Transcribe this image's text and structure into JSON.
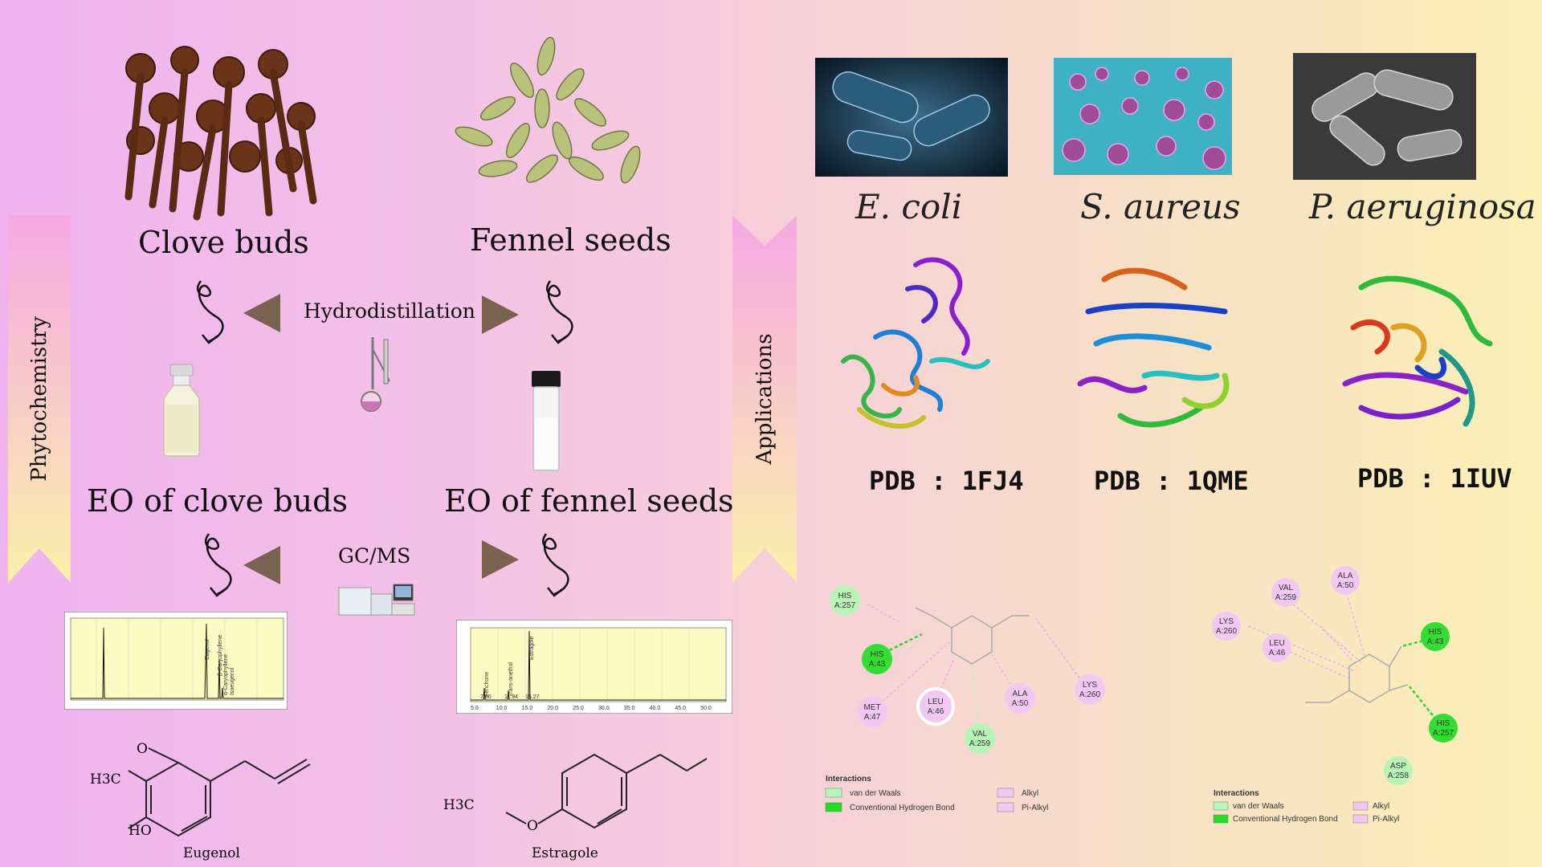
{
  "section_labels": {
    "left": "Phytochemistry",
    "right": "Applications"
  },
  "sources": [
    {
      "name": "Clove buds",
      "oil": "EO of clove buds"
    },
    {
      "name": "Fennel seeds",
      "oil": "EO of fennel seeds"
    }
  ],
  "methods": {
    "extraction": "Hydrodistillation",
    "analysis": "GC/MS"
  },
  "chromatograms": [
    {
      "peaks": [
        "Eugenol",
        "β-Caryophyllene",
        "α-Caryophyllene",
        "Isoeugenol"
      ]
    },
    {
      "peaks": [
        "Fenchone",
        "Trans-anethol",
        "Estragole"
      ],
      "times": [
        "7.80",
        "11.94",
        "15.27"
      ],
      "x_ticks": [
        "5.0",
        "10.0",
        "15.0",
        "20.0",
        "25.0",
        "30.0",
        "35.0",
        "40.0",
        "45.0",
        "50.0"
      ]
    }
  ],
  "compounds": [
    {
      "name": "Eugenol",
      "groups": [
        "H3C",
        "O",
        "HO"
      ]
    },
    {
      "name": "Estragole",
      "groups": [
        "H3C",
        "O"
      ]
    }
  ],
  "bacteria": [
    {
      "name": "E. coli",
      "pdb": "PDB : 1FJ4"
    },
    {
      "name": "S. aureus",
      "pdb": "PDB : 1QME"
    },
    {
      "name": "P. aeruginosa",
      "pdb": "PDB : 1IUV"
    }
  ],
  "docking_left": {
    "residues": [
      {
        "name": "HIS",
        "num": "A:257"
      },
      {
        "name": "HIS",
        "num": "A:43"
      },
      {
        "name": "MET",
        "num": "A:47"
      },
      {
        "name": "LEU",
        "num": "A:46"
      },
      {
        "name": "ALA",
        "num": "A:50"
      },
      {
        "name": "VAL",
        "num": "A:259"
      },
      {
        "name": "LYS",
        "num": "A:260"
      }
    ],
    "legend_title": "Interactions",
    "legend": [
      "van der Waals",
      "Conventional Hydrogen Bond",
      "Alkyl",
      "Pi-Alkyl"
    ]
  },
  "docking_right": {
    "residues": [
      {
        "name": "LYS",
        "num": "A:260"
      },
      {
        "name": "VAL",
        "num": "A:259"
      },
      {
        "name": "ALA",
        "num": "A:50"
      },
      {
        "name": "LEU",
        "num": "A:46"
      },
      {
        "name": "HIS",
        "num": "A:43"
      },
      {
        "name": "HIS",
        "num": "A:257"
      },
      {
        "name": "ASP",
        "num": "A:258"
      }
    ],
    "legend_title": "Interactions",
    "legend": [
      "van der Waals",
      "Conventional Hydrogen Bond",
      "Alkyl",
      "Pi-Alkyl"
    ]
  },
  "colors": {
    "arrow": "#7a6251",
    "hbond": "#22dd22",
    "vdw": "#b7f5b7",
    "alkyl": "#f2c8f2"
  }
}
